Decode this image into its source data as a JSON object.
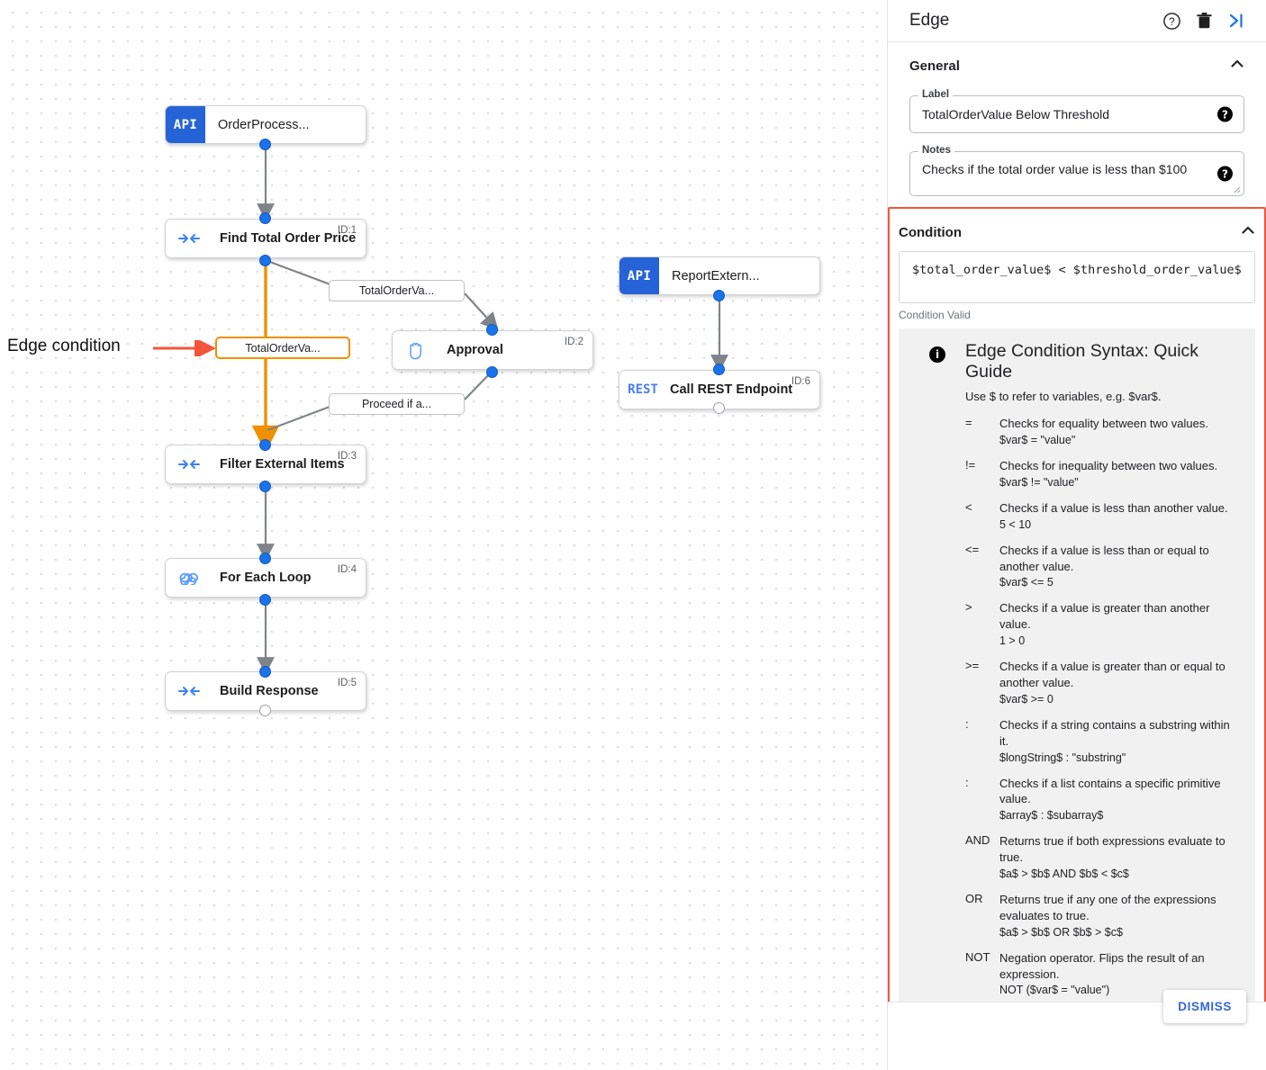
{
  "panel": {
    "title": "Edge",
    "icons": [
      {
        "name": "help-icon",
        "glyph": "?"
      },
      {
        "name": "delete-icon",
        "glyph": "trash"
      },
      {
        "name": "collapse-panel-icon",
        "glyph": ">|"
      }
    ],
    "general": {
      "heading": "General",
      "label_field": {
        "label": "Label",
        "value": "TotalOrderValue Below Threshold"
      },
      "notes_field": {
        "label": "Notes",
        "value": "Checks if the total order value is less than $100"
      }
    },
    "condition": {
      "heading": "Condition",
      "expression": "$total_order_value$ < $threshold_order_value$",
      "status": "Condition Valid",
      "guide": {
        "title": "Edge Condition Syntax: Quick Guide",
        "subtitle": "Use $ to refer to variables, e.g. $var$.",
        "operators": [
          {
            "symbol": "=",
            "description": "Checks for equality between two values.",
            "example": "$var$ = \"value\""
          },
          {
            "symbol": "!=",
            "description": "Checks for inequality between two values.",
            "example": "$var$ != \"value\""
          },
          {
            "symbol": "<",
            "description": "Checks if a value is less than another value.",
            "example": "5 < 10"
          },
          {
            "symbol": "<=",
            "description": "Checks if a value is less than or equal to another value.",
            "example": "$var$ <= 5"
          },
          {
            "symbol": ">",
            "description": "Checks if a value is greater than another value.",
            "example": "1 > 0"
          },
          {
            "symbol": ">=",
            "description": "Checks if a value is greater than or equal to another value.",
            "example": "$var$ >= 0"
          },
          {
            "symbol": ":",
            "description": "Checks if a string contains a substring within it.",
            "example": "$longString$ : \"substring\""
          },
          {
            "symbol": ":",
            "description": "Checks if a list contains a specific primitive value.",
            "example": "$array$ : $subarray$"
          },
          {
            "symbol": "AND",
            "description": "Returns true if both expressions evaluate to true.",
            "example": "$a$ > $b$ AND $b$ < $c$"
          },
          {
            "symbol": "OR",
            "description": "Returns true if any one of the expressions evaluates to true.",
            "example": "$a$ > $b$ OR $b$ > $c$"
          },
          {
            "symbol": "NOT",
            "description": "Negation operator. Flips the result of an expression.",
            "example": "NOT ($var$ = \"value\")"
          }
        ]
      }
    },
    "dismiss_label": "DISMISS"
  },
  "canvas": {
    "annotation": "Edge condition",
    "nodes": [
      {
        "id": "",
        "title": "OrderProcess...",
        "badge": "API",
        "kind": "api"
      },
      {
        "id": "ID:1",
        "title": "Find Total Order Price",
        "icon": "merge-arrows-icon",
        "kind": "task"
      },
      {
        "id": "ID:2",
        "title": "Approval",
        "icon": "hand-icon",
        "kind": "task"
      },
      {
        "id": "ID:3",
        "title": "Filter External Items",
        "icon": "merge-arrows-icon",
        "kind": "task"
      },
      {
        "id": "ID:4",
        "title": "For Each Loop",
        "icon": "loop-icon",
        "kind": "task"
      },
      {
        "id": "ID:5",
        "title": "Build Response",
        "icon": "merge-arrows-icon",
        "kind": "task"
      },
      {
        "id": "",
        "title": "ReportExtern...",
        "badge": "API",
        "kind": "api"
      },
      {
        "id": "ID:6",
        "title": "Call REST Endpoint",
        "badge": "REST",
        "kind": "rest"
      }
    ],
    "edge_labels": [
      {
        "text": "TotalOrderVa...",
        "selected": false
      },
      {
        "text": "TotalOrderVa...",
        "selected": true
      },
      {
        "text": "Proceed if a...",
        "selected": false
      }
    ]
  },
  "colors": {
    "accent_blue": "#1a73e8",
    "selected_orange": "#f09000",
    "highlight_red": "#f4543c",
    "api_badge": "#2563d6"
  }
}
